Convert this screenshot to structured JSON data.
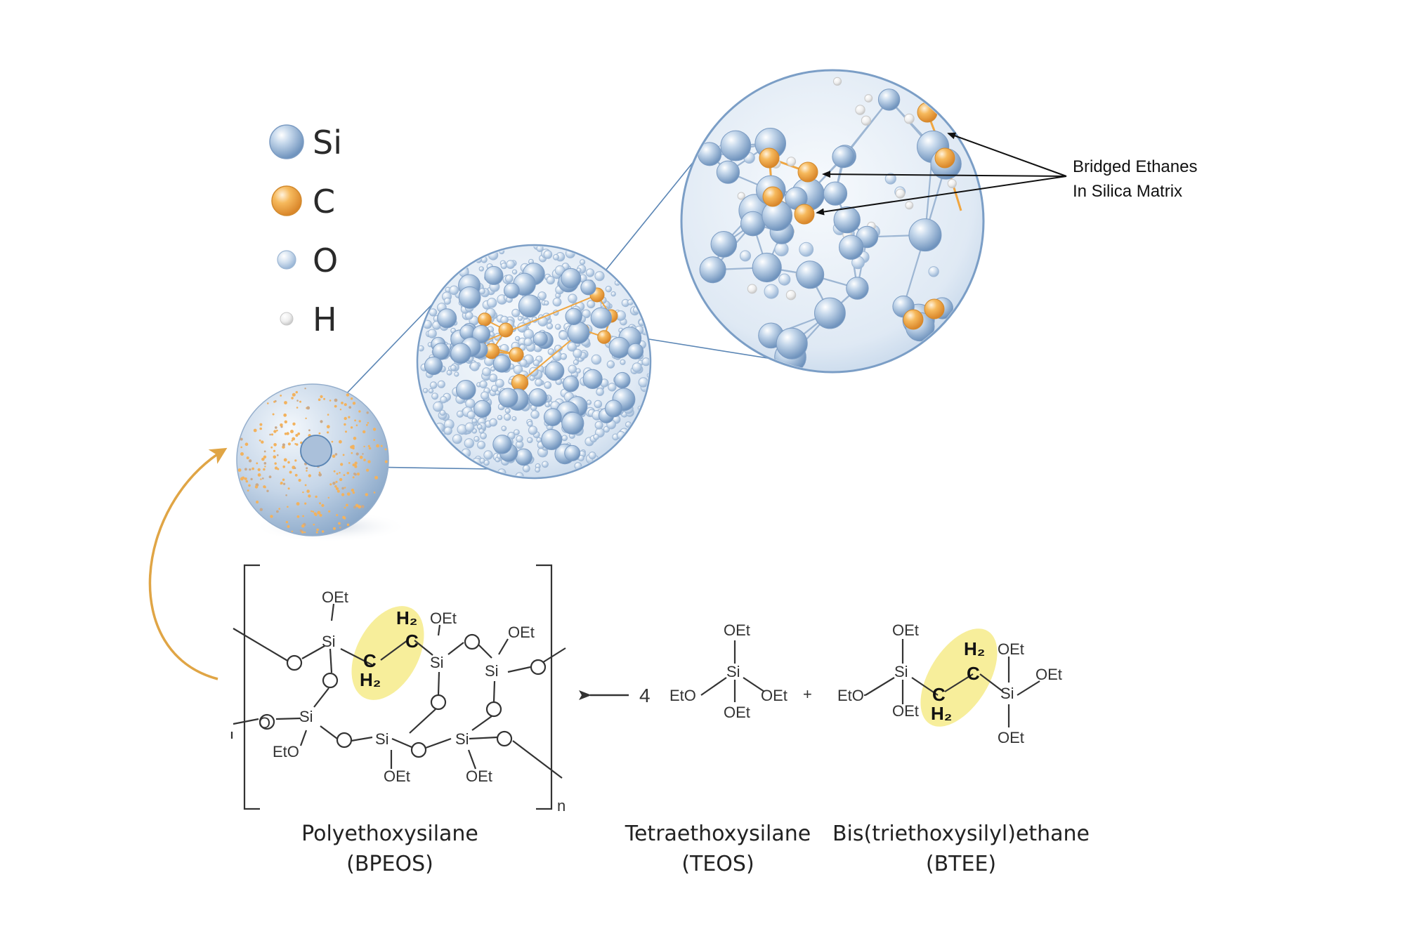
{
  "legend": {
    "items": [
      {
        "symbol": "Si",
        "icon": "silicon-atom-icon",
        "color": "#8fb2d8"
      },
      {
        "symbol": "C",
        "icon": "carbon-atom-icon",
        "color": "#f0a640"
      },
      {
        "symbol": "O",
        "icon": "oxygen-atom-icon",
        "color": "#b9cfe6"
      },
      {
        "symbol": "H",
        "icon": "hydrogen-atom-icon",
        "color": "#e6e6e6"
      }
    ]
  },
  "annotation": {
    "line1": "Bridged Ethanes",
    "line2": "In Silica Matrix"
  },
  "colors": {
    "silica": "#8fb2d8",
    "silica_light": "#d7e3f1",
    "carbon": "#f0a640",
    "highlight": "#f7ee9b",
    "arrow": "#e0a545",
    "bracket_line": "#5b86b5"
  },
  "chem_labels": {
    "oet": "OEt",
    "eto": "EtO",
    "si": "Si",
    "o": "O",
    "c": "C",
    "h2": "H₂",
    "n": "n",
    "coefficient": "4",
    "plus": "+"
  },
  "captions": {
    "bpeos_name": "Polyethoxysilane",
    "bpeos_abbr": "(BPEOS)",
    "teos_name": "Tetraethoxysilane",
    "teos_abbr": "(TEOS)",
    "btee_name": "Bis(triethoxysilyl)ethane",
    "btee_abbr": "(BTEE)"
  }
}
